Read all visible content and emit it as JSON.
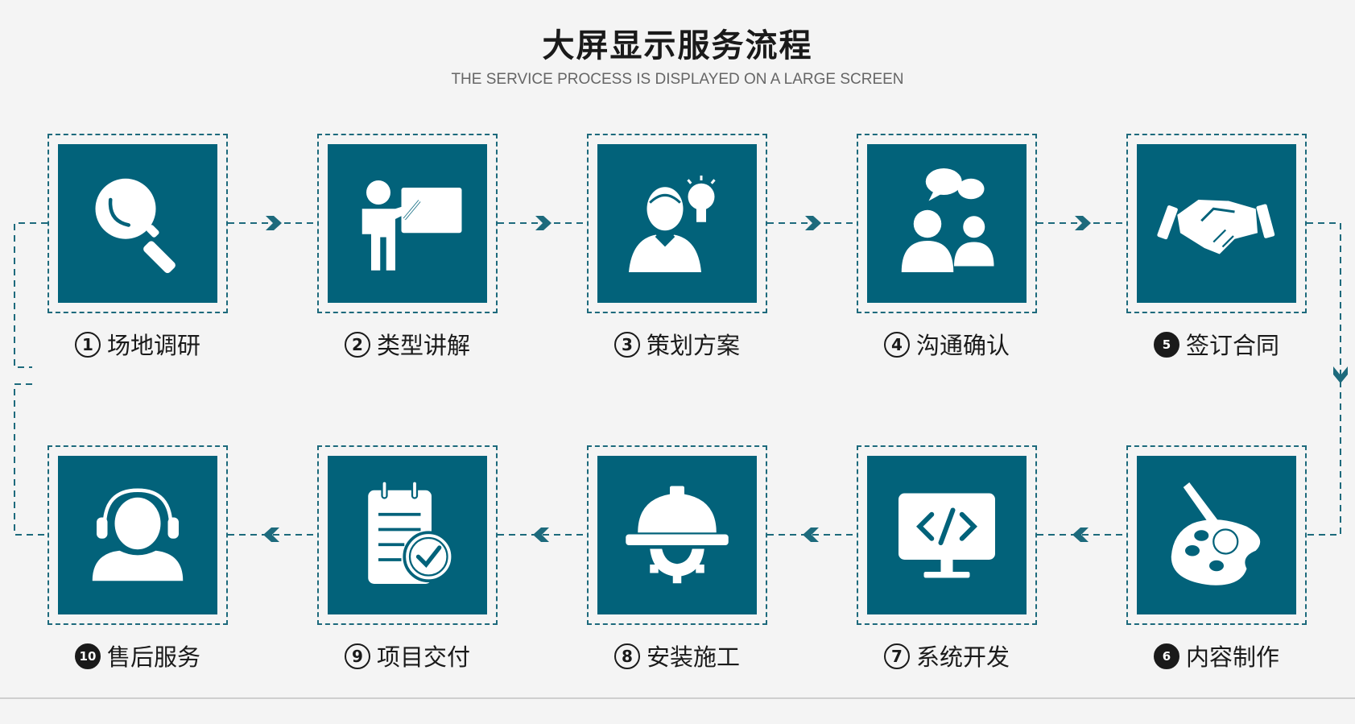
{
  "header": {
    "title": "大屏显示服务流程",
    "subtitle": "THE SERVICE PROCESS IS DISPLAYED ON A LARGE SCREEN"
  },
  "colors": {
    "accent": "#02627a",
    "dash": "#1d6a7c",
    "background": "#f4f4f4"
  },
  "steps": [
    {
      "num": "1",
      "label": "场地调研",
      "icon": "magnifier-icon"
    },
    {
      "num": "2",
      "label": "类型讲解",
      "icon": "presentation-icon"
    },
    {
      "num": "3",
      "label": "策划方案",
      "icon": "idea-person-icon"
    },
    {
      "num": "4",
      "label": "沟通确认",
      "icon": "chat-people-icon"
    },
    {
      "num": "5",
      "label": "签订合同",
      "icon": "handshake-icon"
    },
    {
      "num": "6",
      "label": "内容制作",
      "icon": "palette-icon"
    },
    {
      "num": "7",
      "label": "系统开发",
      "icon": "code-monitor-icon"
    },
    {
      "num": "8",
      "label": "安装施工",
      "icon": "helmet-gear-icon"
    },
    {
      "num": "9",
      "label": "项目交付",
      "icon": "checklist-icon"
    },
    {
      "num": "10",
      "label": "售后服务",
      "icon": "headset-icon"
    }
  ]
}
